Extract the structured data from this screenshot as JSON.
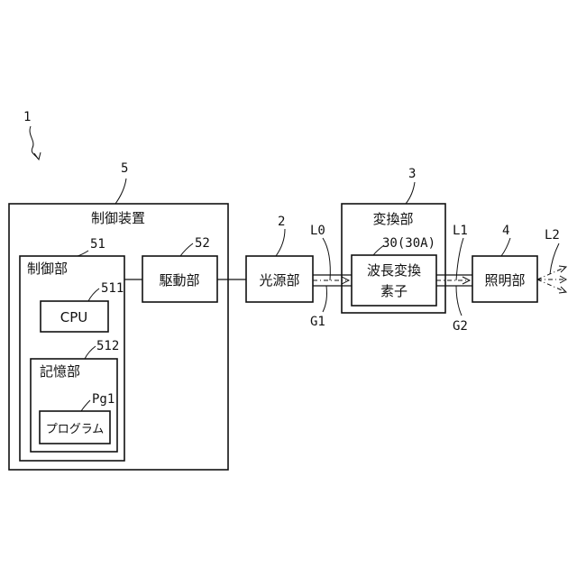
{
  "figure_number": "1",
  "blocks": {
    "control_device": {
      "ref": "5",
      "label": "制御装置"
    },
    "control_unit": {
      "ref": "51",
      "label": "制御部"
    },
    "cpu": {
      "ref": "511",
      "label": "CPU"
    },
    "memory": {
      "ref": "512",
      "label": "記憶部"
    },
    "program": {
      "ref": "Pg1",
      "label": "プログラム"
    },
    "drive_unit": {
      "ref": "52",
      "label": "駆動部"
    },
    "light_source": {
      "ref": "2",
      "label": "光源部"
    },
    "conversion_unit": {
      "ref": "3",
      "label": "変換部"
    },
    "wavelength_element": {
      "ref": "30(30A)",
      "label_line1": "波長変換",
      "label_line2": "素子"
    },
    "illumination": {
      "ref": "4",
      "label": "照明部"
    }
  },
  "signals": {
    "l0": "L0",
    "g1": "G1",
    "l1": "L1",
    "g2": "G2",
    "l2": "L2"
  }
}
